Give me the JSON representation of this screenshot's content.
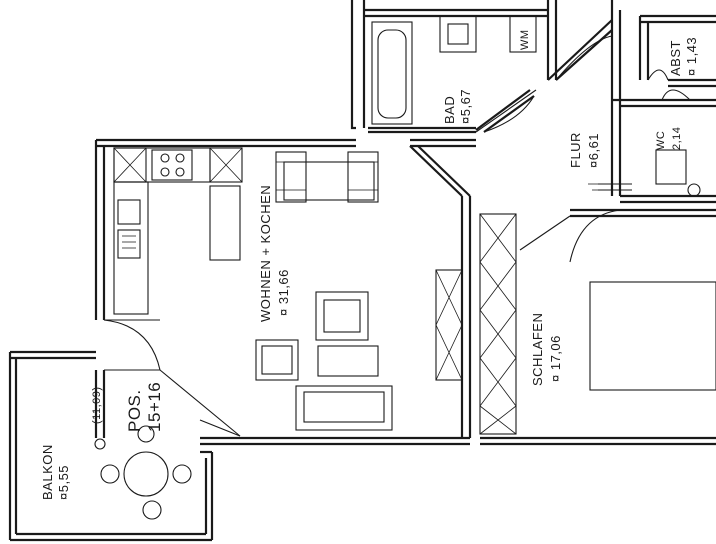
{
  "rooms": {
    "bad": {
      "name": "BAD",
      "area": "¤5,67"
    },
    "wm": {
      "name": "WM"
    },
    "abst": {
      "name": "ABST",
      "area": "¤ 1,43"
    },
    "flur": {
      "name": "FLUR",
      "area": "¤6,61"
    },
    "wc": {
      "name": "WC",
      "area": "2,14"
    },
    "wohnen": {
      "name": "WOHNEN + KOCHEN",
      "area": "¤ 31,66"
    },
    "schlafen": {
      "name": "SCHLAFEN",
      "area": "¤ 17,06"
    },
    "balkon": {
      "name": "BALKON",
      "area": "¤5,55",
      "note": "(11,09)"
    }
  },
  "position": {
    "label": "POS.",
    "value": "15+16"
  },
  "colors": {
    "ink": "#1a1a1a",
    "paper": "#ffffff"
  }
}
